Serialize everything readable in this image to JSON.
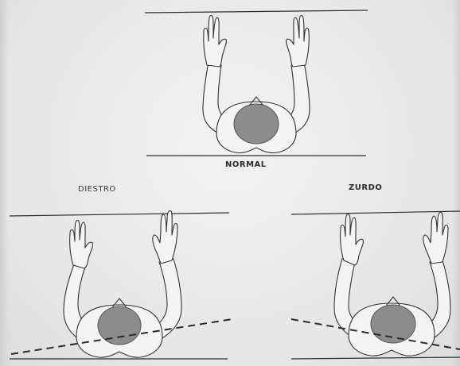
{
  "labels": {
    "normal": "NORMAL",
    "diestro": "DIESTRO",
    "zurdo": "ZURDO"
  },
  "colors": {
    "background": "#e9e9e9",
    "line": "#2e2e2e",
    "head": "#8c8c8c"
  }
}
